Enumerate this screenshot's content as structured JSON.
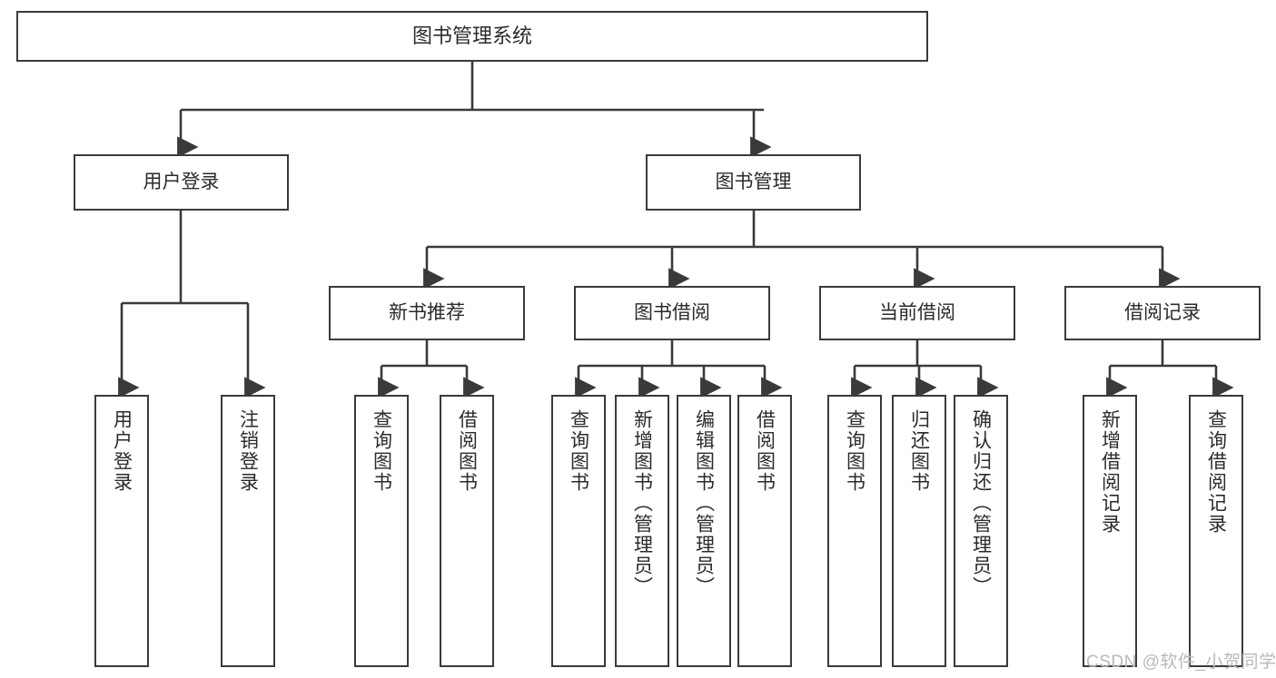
{
  "diagram": {
    "title": "图书管理系统",
    "type": "tree-hierarchy-diagram",
    "root": {
      "label": "图书管理系统"
    },
    "level2": [
      {
        "label": "用户登录"
      },
      {
        "label": "图书管理"
      }
    ],
    "level3": [
      {
        "label": "新书推荐"
      },
      {
        "label": "图书借阅"
      },
      {
        "label": "当前借阅"
      },
      {
        "label": "借阅记录"
      }
    ],
    "leaves": {
      "user_login": [
        {
          "label": "用户登录"
        },
        {
          "label": "注销登录"
        }
      ],
      "new_book_recommend": [
        {
          "label": "查询图书"
        },
        {
          "label": "借阅图书"
        }
      ],
      "book_borrow": [
        {
          "label": "查询图书"
        },
        {
          "label": "新增图书（管理员）"
        },
        {
          "label": "编辑图书（管理员）"
        },
        {
          "label": "借阅图书"
        }
      ],
      "current_borrow": [
        {
          "label": "查询图书"
        },
        {
          "label": "归还图书"
        },
        {
          "label": "确认归还（管理员）"
        }
      ],
      "borrow_record": [
        {
          "label": "新增借阅记录"
        },
        {
          "label": "查询借阅记录"
        }
      ]
    }
  },
  "watermark": {
    "text": "CSDN @软件_小贺同学"
  },
  "colors": {
    "stroke": "#3a3a3a",
    "text": "#2b2b2b",
    "background": "#ffffff",
    "watermark": "#b9b9b9"
  }
}
